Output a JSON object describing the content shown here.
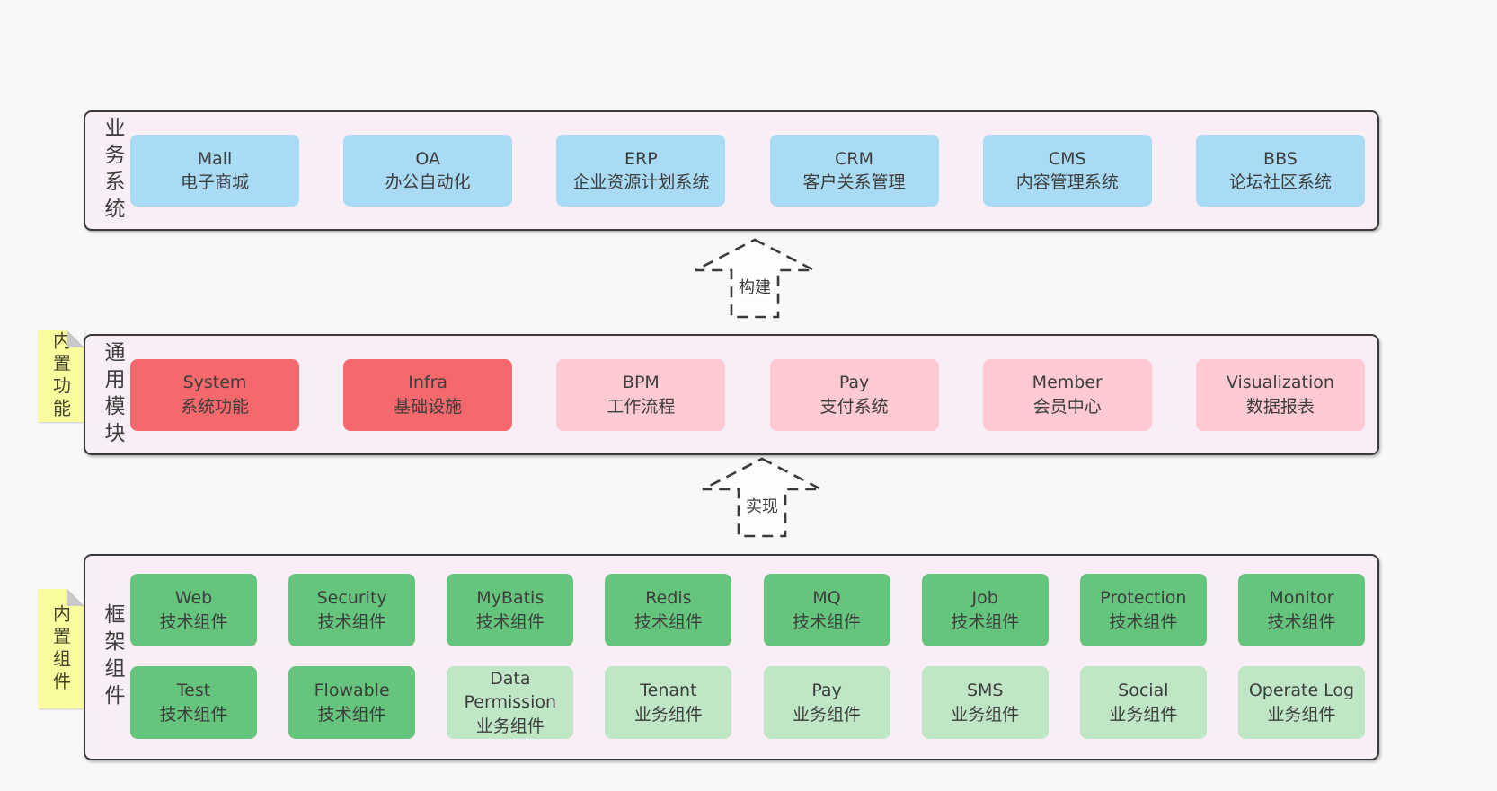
{
  "colors": {
    "page_bg": "#f8f8f8",
    "container_bg": "#f9edf6",
    "container_border": "#3a3a3a",
    "blue": "#a9dbf5",
    "red": "#f5696d",
    "pink": "#fdcad3",
    "green": "#66c57d",
    "light_green": "#bfe7c6",
    "sticky_yellow": "#fafa9e",
    "sticky_fold": "#c9c9c9",
    "text": "#3d3d3d"
  },
  "arrows": [
    {
      "label": "构建"
    },
    {
      "label": "实现"
    }
  ],
  "stickies": [
    {
      "label": "内置功能"
    },
    {
      "label": "内置组件"
    }
  ],
  "layers": [
    {
      "label": "业务系统",
      "boxes": [
        {
          "title": "Mall",
          "subtitle": "电子商城",
          "variant": "blue"
        },
        {
          "title": "OA",
          "subtitle": "办公自动化",
          "variant": "blue"
        },
        {
          "title": "ERP",
          "subtitle": "企业资源计划系统",
          "variant": "blue"
        },
        {
          "title": "CRM",
          "subtitle": "客户关系管理",
          "variant": "blue"
        },
        {
          "title": "CMS",
          "subtitle": "内容管理系统",
          "variant": "blue"
        },
        {
          "title": "BBS",
          "subtitle": "论坛社区系统",
          "variant": "blue"
        }
      ]
    },
    {
      "label": "通用模块",
      "boxes": [
        {
          "title": "System",
          "subtitle": "系统功能",
          "variant": "red"
        },
        {
          "title": "Infra",
          "subtitle": "基础设施",
          "variant": "red"
        },
        {
          "title": "BPM",
          "subtitle": "工作流程",
          "variant": "pink"
        },
        {
          "title": "Pay",
          "subtitle": "支付系统",
          "variant": "pink"
        },
        {
          "title": "Member",
          "subtitle": "会员中心",
          "variant": "pink"
        },
        {
          "title": "Visualization",
          "subtitle": "数据报表",
          "variant": "pink"
        }
      ]
    },
    {
      "label": "框架组件",
      "rows": [
        [
          {
            "title": "Web",
            "subtitle": "技术组件",
            "variant": "green"
          },
          {
            "title": "Security",
            "subtitle": "技术组件",
            "variant": "green"
          },
          {
            "title": "MyBatis",
            "subtitle": "技术组件",
            "variant": "green"
          },
          {
            "title": "Redis",
            "subtitle": "技术组件",
            "variant": "green"
          },
          {
            "title": "MQ",
            "subtitle": "技术组件",
            "variant": "green"
          },
          {
            "title": "Job",
            "subtitle": "技术组件",
            "variant": "green"
          },
          {
            "title": "Protection",
            "subtitle": "技术组件",
            "variant": "green"
          },
          {
            "title": "Monitor",
            "subtitle": "技术组件",
            "variant": "green"
          }
        ],
        [
          {
            "title": "Test",
            "subtitle": "技术组件",
            "variant": "green"
          },
          {
            "title": "Flowable",
            "subtitle": "技术组件",
            "variant": "green"
          },
          {
            "title": "Data Permission",
            "subtitle": "业务组件",
            "variant": "light_green"
          },
          {
            "title": "Tenant",
            "subtitle": "业务组件",
            "variant": "light_green"
          },
          {
            "title": "Pay",
            "subtitle": "业务组件",
            "variant": "light_green"
          },
          {
            "title": "SMS",
            "subtitle": "业务组件",
            "variant": "light_green"
          },
          {
            "title": "Social",
            "subtitle": "业务组件",
            "variant": "light_green"
          },
          {
            "title": "Operate Log",
            "subtitle": "业务组件",
            "variant": "light_green"
          }
        ]
      ]
    }
  ]
}
